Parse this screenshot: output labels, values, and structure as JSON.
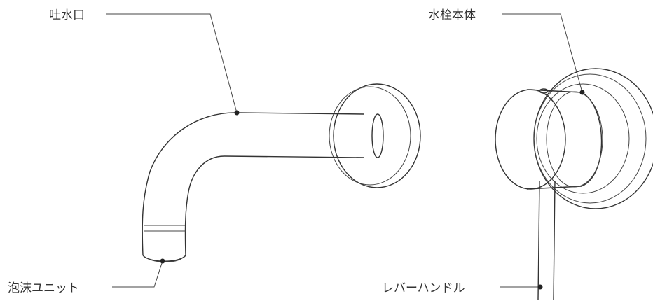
{
  "diagram": {
    "labels": {
      "spout": "吐水口",
      "faucet_body": "水栓本体",
      "aerator": "泡沫ユニット",
      "lever_handle": "レバーハンドル"
    },
    "colors": {
      "line": "#333333",
      "background": "#ffffff"
    }
  }
}
